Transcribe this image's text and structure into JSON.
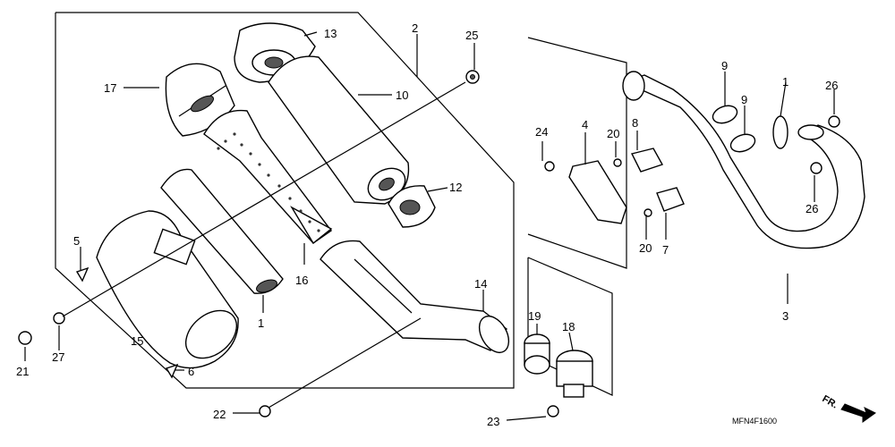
{
  "labels": {
    "p1a": "1",
    "p1b": "1",
    "p2": "2",
    "p3": "3",
    "p4": "4",
    "p5": "5",
    "p6": "6",
    "p7": "7",
    "p8": "8",
    "p9a": "9",
    "p9b": "9",
    "p10": "10",
    "p12": "12",
    "p13": "13",
    "p14": "14",
    "p15": "15",
    "p16": "16",
    "p17": "17",
    "p18": "18",
    "p19": "19",
    "p20a": "20",
    "p20b": "20",
    "p21": "21",
    "p22": "22",
    "p23": "23",
    "p24": "24",
    "p25": "25",
    "p26a": "26",
    "p26b": "26",
    "p27": "27"
  },
  "diagram_code": "MFN4F1600",
  "front_marker": "FR."
}
